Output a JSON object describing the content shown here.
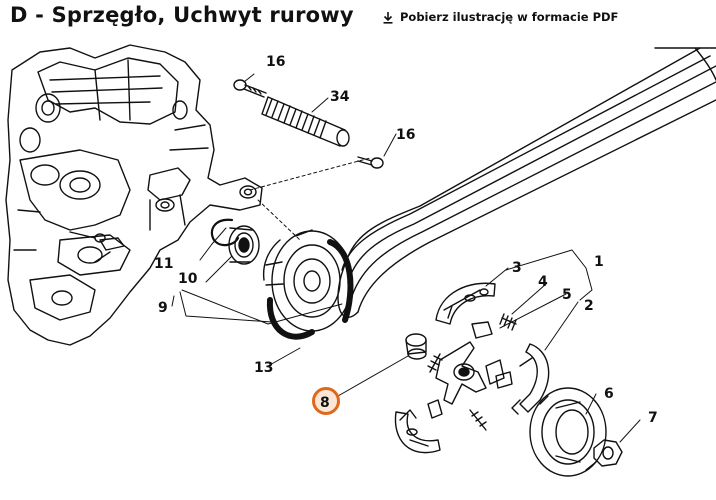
{
  "header": {
    "title": "D - Sprzęgło, Uchwyt rurowy",
    "download_label": "Pobierz ilustrację w formacie PDF",
    "download_icon": "download-icon"
  },
  "diagram": {
    "part_labels": {
      "p16a": "16",
      "p34": "34",
      "p16b": "16",
      "p11": "11",
      "p10": "10",
      "p9": "9",
      "p13": "13",
      "p3": "3",
      "p4": "4",
      "p1": "1",
      "p5": "5",
      "p2": "2",
      "p8": "8",
      "p6": "6",
      "p7": "7"
    },
    "highlighted_part": "8",
    "highlight_color": "#e0681c"
  }
}
